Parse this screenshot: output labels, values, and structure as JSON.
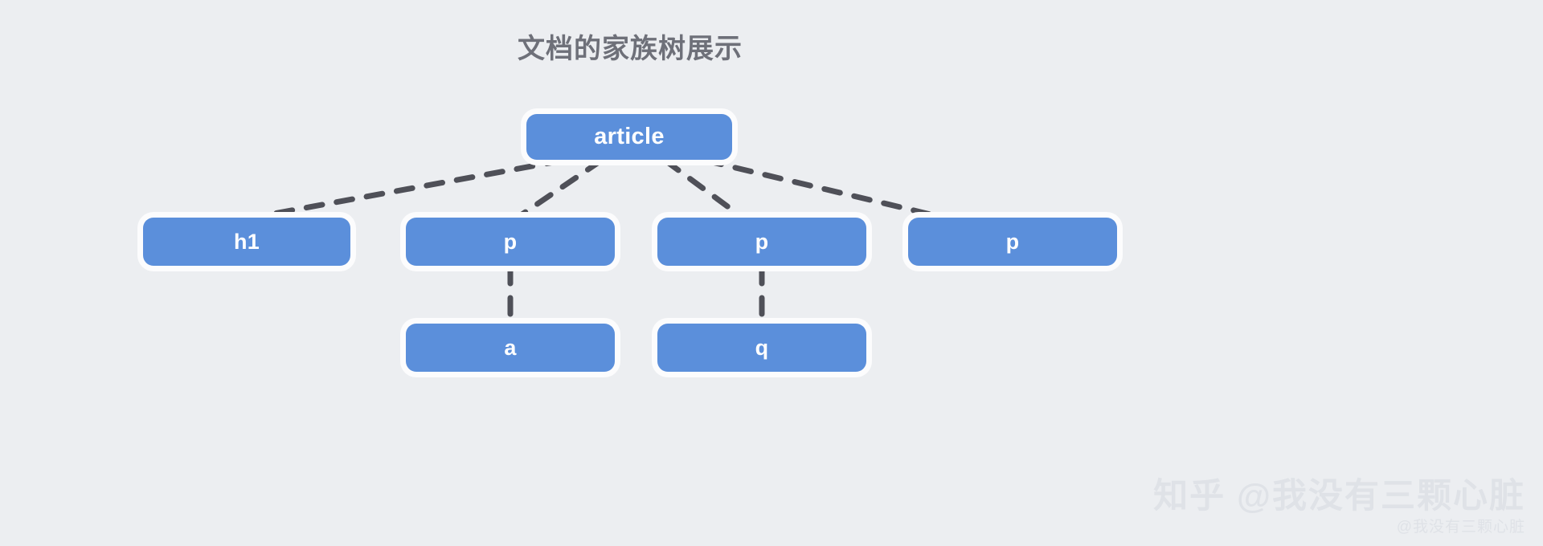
{
  "title": "文档的家族树展示",
  "theme": {
    "background": "#ECEEF1",
    "node_fill": "#5B8FDB",
    "node_text": "#FFFFFF",
    "node_border": "#FCFCFD",
    "edge_color": "#4F5058",
    "title_color": "#6E7079",
    "watermark_color": "#DFE2E7"
  },
  "tree": {
    "root": {
      "label": "article"
    },
    "level2": [
      {
        "label": "h1"
      },
      {
        "label": "p"
      },
      {
        "label": "p"
      },
      {
        "label": "p"
      }
    ],
    "level3": [
      {
        "label": "a"
      },
      {
        "label": "q"
      }
    ]
  },
  "watermark": {
    "main": "知乎 @我没有三颗心脏",
    "sub": "@我没有三颗心脏"
  }
}
